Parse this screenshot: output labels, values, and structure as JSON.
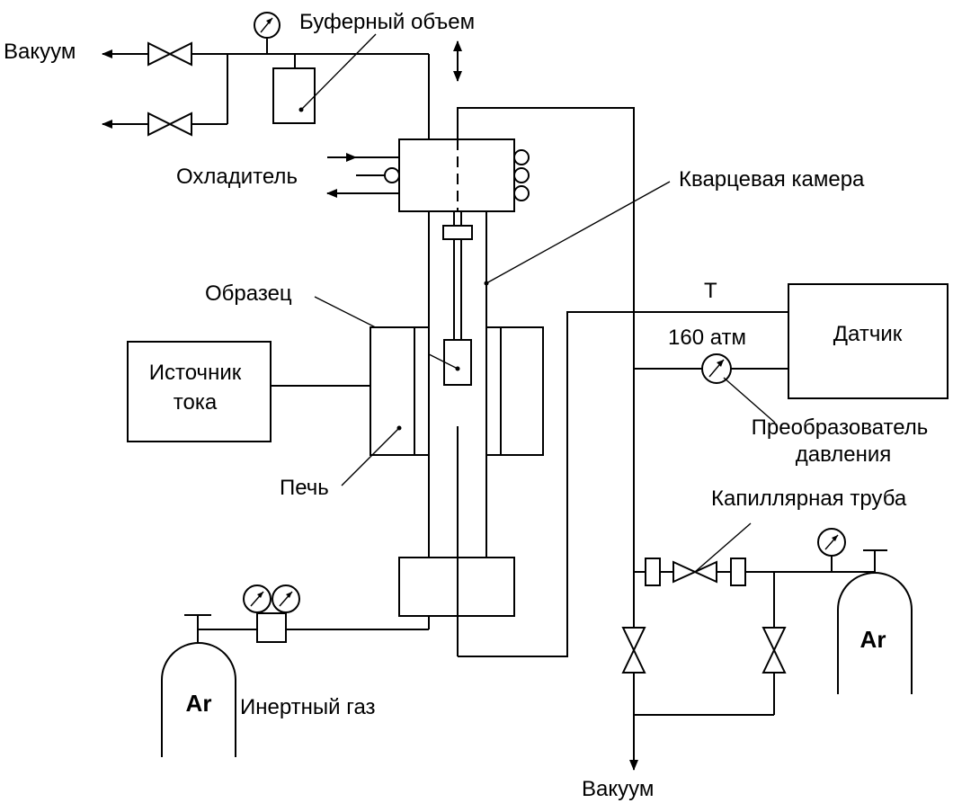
{
  "labels": {
    "vacuum_top": "Вакуум",
    "buffer_volume": "Буферный объем",
    "coolant": "Охладитель",
    "quartz_chamber": "Кварцевая камера",
    "sample": "Образец",
    "T": "T",
    "sensor": "Датчик",
    "pressure_value": "160 атм",
    "current_source_line1": "Источник",
    "current_source_line2": "тока",
    "transducer_line1": "Преобразователь",
    "transducer_line2": "давления",
    "furnace": "Печь",
    "capillary": "Капиллярная труба",
    "ar_left": "Ar",
    "ar_right": "Ar",
    "inert_gas": "Инертный газ",
    "vacuum_bottom": "Вакуум"
  },
  "colors": {
    "line": "#000000",
    "background": "#ffffff"
  }
}
